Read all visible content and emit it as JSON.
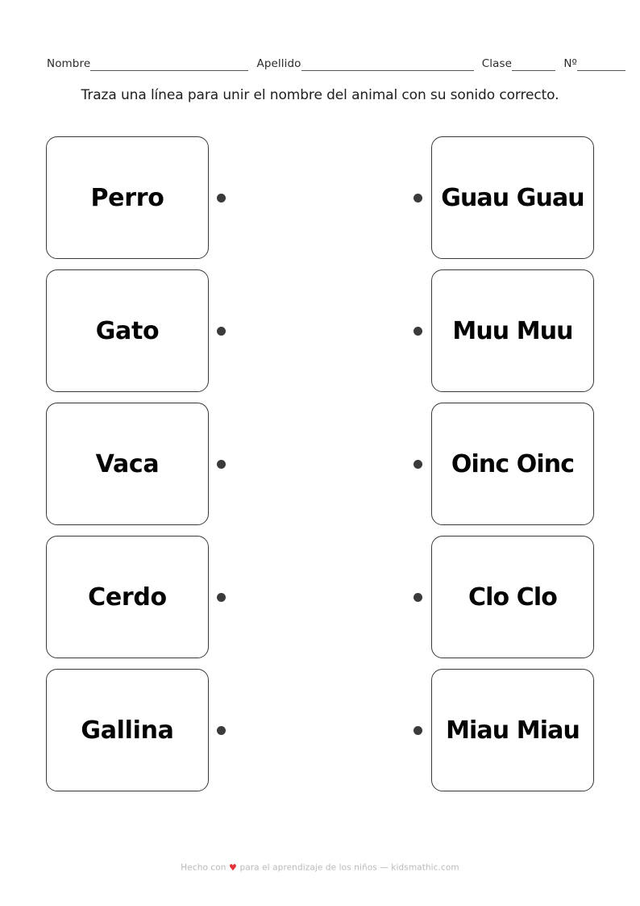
{
  "header": {
    "fields": [
      {
        "label": "Nombre",
        "value": ""
      },
      {
        "label": "Apellido",
        "value": ""
      },
      {
        "label": "Clase",
        "value": ""
      },
      {
        "label": "Nº",
        "value": ""
      }
    ]
  },
  "instruction": "Traza una línea para unir el nombre del animal con su sonido correcto.",
  "worksheet": {
    "rows": [
      {
        "animal": "Perro",
        "sound": "Guau Guau"
      },
      {
        "animal": "Gato",
        "sound": "Muu Muu"
      },
      {
        "animal": "Vaca",
        "sound": "Oinc Oinc"
      },
      {
        "animal": "Cerdo",
        "sound": "Clo Clo"
      },
      {
        "animal": "Gallina",
        "sound": "Miau Miau"
      }
    ]
  },
  "footer": {
    "text_before": "Hecho con",
    "heart": "♥",
    "text_after": "para el aprendizaje de los niños — kidsmathic.com"
  },
  "colors": {
    "ink": "#040404",
    "border": "#3a3a3a",
    "dot": "#3b3b3b",
    "heart": "#e5323a",
    "footer_text": "#b9b9b9",
    "rule": "#55565a"
  }
}
